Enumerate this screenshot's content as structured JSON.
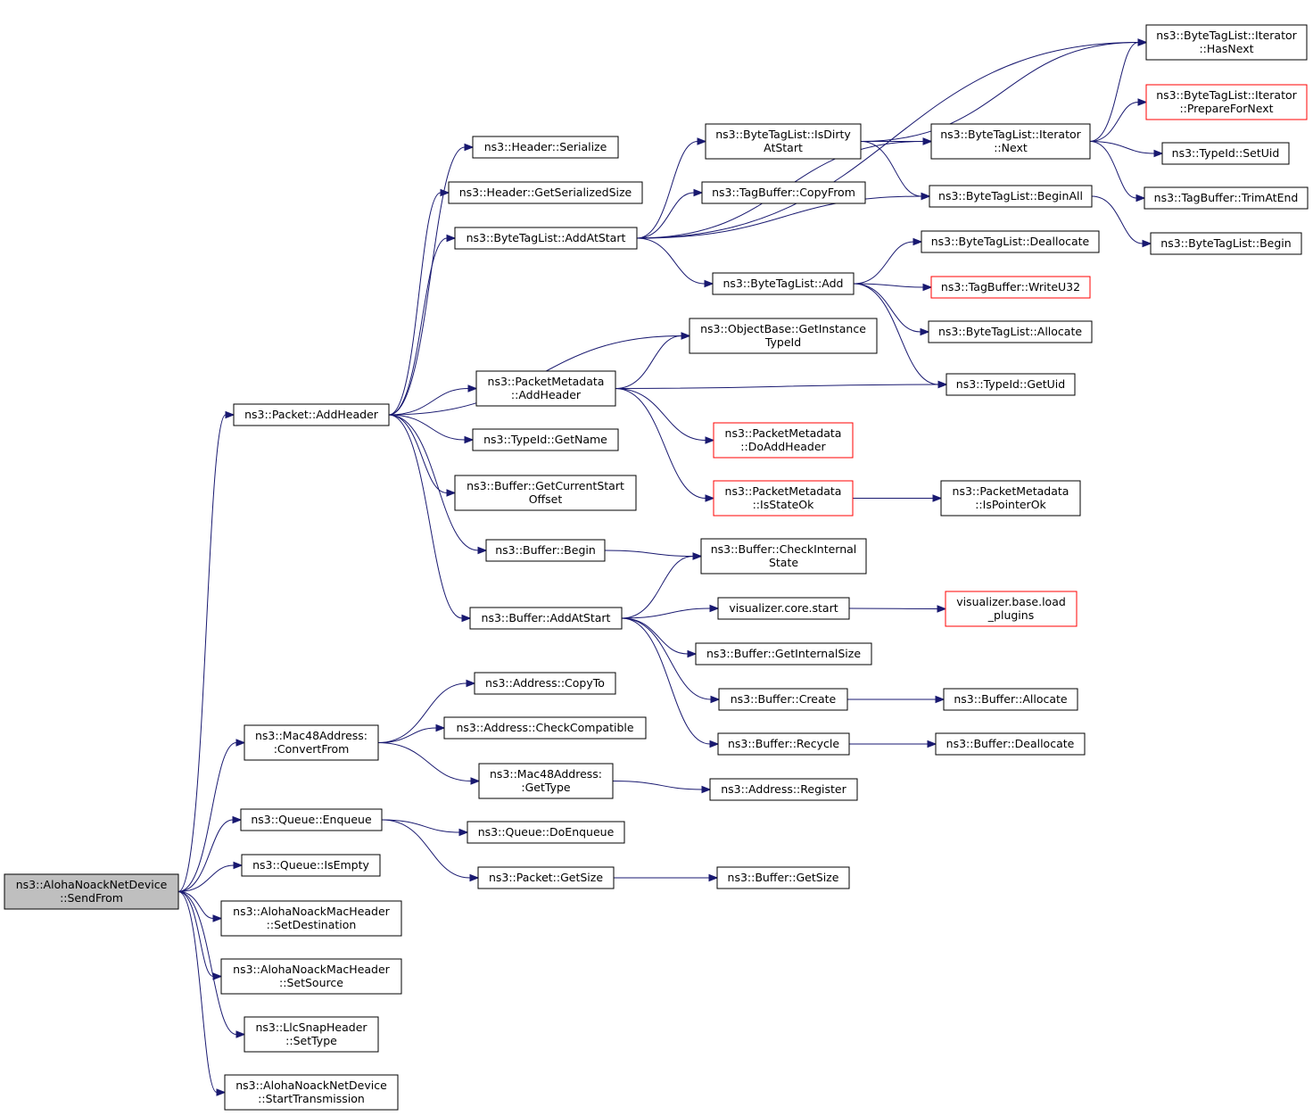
{
  "graph": {
    "edge_color": "#191970",
    "root_fill": "#bfbfbf",
    "undocumented_border": "#ff0000",
    "nodes": [
      {
        "id": "SendFrom",
        "lines": [
          "ns3::AlohaNoackNetDevice",
          "::SendFrom"
        ],
        "style": "root"
      },
      {
        "id": "AddHeader",
        "lines": [
          "ns3::Packet::AddHeader"
        ]
      },
      {
        "id": "ConvertFrom",
        "lines": [
          "ns3::Mac48Address:",
          ":ConvertFrom"
        ]
      },
      {
        "id": "Enqueue",
        "lines": [
          "ns3::Queue::Enqueue"
        ]
      },
      {
        "id": "IsEmpty",
        "lines": [
          "ns3::Queue::IsEmpty"
        ]
      },
      {
        "id": "SetDestination",
        "lines": [
          "ns3::AlohaNoackMacHeader",
          "::SetDestination"
        ]
      },
      {
        "id": "SetSource",
        "lines": [
          "ns3::AlohaNoackMacHeader",
          "::SetSource"
        ]
      },
      {
        "id": "SetType",
        "lines": [
          "ns3::LlcSnapHeader",
          "::SetType"
        ]
      },
      {
        "id": "StartTransmission",
        "lines": [
          "ns3::AlohaNoackNetDevice",
          "::StartTransmission"
        ]
      },
      {
        "id": "HeaderSerialize",
        "lines": [
          "ns3::Header::Serialize"
        ]
      },
      {
        "id": "GetSerializedSize",
        "lines": [
          "ns3::Header::GetSerializedSize"
        ]
      },
      {
        "id": "BTLAddAtStart",
        "lines": [
          "ns3::ByteTagList::AddAtStart"
        ]
      },
      {
        "id": "GetInstanceTypeId",
        "lines": [
          "ns3::ObjectBase::GetInstance",
          "TypeId"
        ]
      },
      {
        "id": "PMAddHeader",
        "lines": [
          "ns3::PacketMetadata",
          "::AddHeader"
        ]
      },
      {
        "id": "GetName",
        "lines": [
          "ns3::TypeId::GetName"
        ]
      },
      {
        "id": "GetCurrentStartOffset",
        "lines": [
          "ns3::Buffer::GetCurrentStart",
          "Offset"
        ]
      },
      {
        "id": "BufferBegin",
        "lines": [
          "ns3::Buffer::Begin"
        ]
      },
      {
        "id": "BufferAddAtStart",
        "lines": [
          "ns3::Buffer::AddAtStart"
        ]
      },
      {
        "id": "IsDirtyAtStart",
        "lines": [
          "ns3::ByteTagList::IsDirty",
          "AtStart"
        ]
      },
      {
        "id": "CopyFrom",
        "lines": [
          "ns3::TagBuffer::CopyFrom"
        ]
      },
      {
        "id": "BTLAdd",
        "lines": [
          "ns3::ByteTagList::Add"
        ]
      },
      {
        "id": "HasNext",
        "lines": [
          "ns3::ByteTagList::Iterator",
          "::HasNext"
        ]
      },
      {
        "id": "IterNext",
        "lines": [
          "ns3::ByteTagList::Iterator",
          "::Next"
        ]
      },
      {
        "id": "PrepareForNext",
        "lines": [
          "ns3::ByteTagList::Iterator",
          "::PrepareForNext"
        ],
        "style": "undoc"
      },
      {
        "id": "SetUid",
        "lines": [
          "ns3::TypeId::SetUid"
        ]
      },
      {
        "id": "TrimAtEnd",
        "lines": [
          "ns3::TagBuffer::TrimAtEnd"
        ]
      },
      {
        "id": "BeginAll",
        "lines": [
          "ns3::ByteTagList::BeginAll"
        ]
      },
      {
        "id": "BTLBegin",
        "lines": [
          "ns3::ByteTagList::Begin"
        ]
      },
      {
        "id": "Deallocate",
        "lines": [
          "ns3::ByteTagList::Deallocate"
        ]
      },
      {
        "id": "WriteU32",
        "lines": [
          "ns3::TagBuffer::WriteU32"
        ],
        "style": "undoc"
      },
      {
        "id": "BTLAllocate",
        "lines": [
          "ns3::ByteTagList::Allocate"
        ]
      },
      {
        "id": "GetUid",
        "lines": [
          "ns3::TypeId::GetUid"
        ]
      },
      {
        "id": "DoAddHeader",
        "lines": [
          "ns3::PacketMetadata",
          "::DoAddHeader"
        ],
        "style": "undoc"
      },
      {
        "id": "IsStateOk",
        "lines": [
          "ns3::PacketMetadata",
          "::IsStateOk"
        ],
        "style": "undoc"
      },
      {
        "id": "IsPointerOk",
        "lines": [
          "ns3::PacketMetadata",
          "::IsPointerOk"
        ]
      },
      {
        "id": "CheckInternalState",
        "lines": [
          "ns3::Buffer::CheckInternal",
          "State"
        ]
      },
      {
        "id": "CoreStart",
        "lines": [
          "visualizer.core.start"
        ]
      },
      {
        "id": "LoadPlugins",
        "lines": [
          "visualizer.base.load",
          "_plugins"
        ],
        "style": "undoc"
      },
      {
        "id": "GetInternalSize",
        "lines": [
          "ns3::Buffer::GetInternalSize"
        ]
      },
      {
        "id": "BufferCreate",
        "lines": [
          "ns3::Buffer::Create"
        ]
      },
      {
        "id": "BufferAllocate",
        "lines": [
          "ns3::Buffer::Allocate"
        ]
      },
      {
        "id": "BufferRecycle",
        "lines": [
          "ns3::Buffer::Recycle"
        ]
      },
      {
        "id": "BufferDeallocate",
        "lines": [
          "ns3::Buffer::Deallocate"
        ]
      },
      {
        "id": "CopyTo",
        "lines": [
          "ns3::Address::CopyTo"
        ]
      },
      {
        "id": "CheckCompatible",
        "lines": [
          "ns3::Address::CheckCompatible"
        ]
      },
      {
        "id": "MacGetType",
        "lines": [
          "ns3::Mac48Address:",
          ":GetType"
        ]
      },
      {
        "id": "Register",
        "lines": [
          "ns3::Address::Register"
        ]
      },
      {
        "id": "DoEnqueue",
        "lines": [
          "ns3::Queue::DoEnqueue"
        ]
      },
      {
        "id": "PacketGetSize",
        "lines": [
          "ns3::Packet::GetSize"
        ]
      },
      {
        "id": "BufferGetSize",
        "lines": [
          "ns3::Buffer::GetSize"
        ]
      }
    ],
    "edges": [
      [
        "SendFrom",
        "AddHeader"
      ],
      [
        "SendFrom",
        "ConvertFrom"
      ],
      [
        "SendFrom",
        "Enqueue"
      ],
      [
        "SendFrom",
        "IsEmpty"
      ],
      [
        "SendFrom",
        "SetDestination"
      ],
      [
        "SendFrom",
        "SetSource"
      ],
      [
        "SendFrom",
        "SetType"
      ],
      [
        "SendFrom",
        "StartTransmission"
      ],
      [
        "AddHeader",
        "HeaderSerialize"
      ],
      [
        "AddHeader",
        "GetSerializedSize"
      ],
      [
        "AddHeader",
        "BTLAddAtStart"
      ],
      [
        "AddHeader",
        "GetInstanceTypeId"
      ],
      [
        "AddHeader",
        "PMAddHeader"
      ],
      [
        "AddHeader",
        "GetName"
      ],
      [
        "AddHeader",
        "GetCurrentStartOffset"
      ],
      [
        "AddHeader",
        "BufferBegin"
      ],
      [
        "AddHeader",
        "BufferAddAtStart"
      ],
      [
        "BTLAddAtStart",
        "IsDirtyAtStart"
      ],
      [
        "BTLAddAtStart",
        "CopyFrom"
      ],
      [
        "BTLAddAtStart",
        "BTLAdd"
      ],
      [
        "BTLAddAtStart",
        "HasNext"
      ],
      [
        "BTLAddAtStart",
        "IterNext"
      ],
      [
        "BTLAddAtStart",
        "BeginAll"
      ],
      [
        "IsDirtyAtStart",
        "HasNext"
      ],
      [
        "IsDirtyAtStart",
        "IterNext"
      ],
      [
        "IsDirtyAtStart",
        "BeginAll"
      ],
      [
        "IterNext",
        "HasNext"
      ],
      [
        "IterNext",
        "PrepareForNext"
      ],
      [
        "IterNext",
        "SetUid"
      ],
      [
        "IterNext",
        "TrimAtEnd"
      ],
      [
        "BeginAll",
        "BTLBegin"
      ],
      [
        "BTLAdd",
        "Deallocate"
      ],
      [
        "BTLAdd",
        "WriteU32"
      ],
      [
        "BTLAdd",
        "BTLAllocate"
      ],
      [
        "BTLAdd",
        "GetUid"
      ],
      [
        "PMAddHeader",
        "GetInstanceTypeId"
      ],
      [
        "PMAddHeader",
        "GetUid"
      ],
      [
        "PMAddHeader",
        "DoAddHeader"
      ],
      [
        "PMAddHeader",
        "IsStateOk"
      ],
      [
        "IsStateOk",
        "IsPointerOk"
      ],
      [
        "BufferBegin",
        "CheckInternalState"
      ],
      [
        "BufferAddAtStart",
        "CheckInternalState"
      ],
      [
        "BufferAddAtStart",
        "CoreStart"
      ],
      [
        "BufferAddAtStart",
        "GetInternalSize"
      ],
      [
        "BufferAddAtStart",
        "BufferCreate"
      ],
      [
        "BufferAddAtStart",
        "BufferRecycle"
      ],
      [
        "CoreStart",
        "LoadPlugins"
      ],
      [
        "BufferCreate",
        "BufferAllocate"
      ],
      [
        "BufferRecycle",
        "BufferDeallocate"
      ],
      [
        "ConvertFrom",
        "CopyTo"
      ],
      [
        "ConvertFrom",
        "CheckCompatible"
      ],
      [
        "ConvertFrom",
        "MacGetType"
      ],
      [
        "MacGetType",
        "Register"
      ],
      [
        "Enqueue",
        "DoEnqueue"
      ],
      [
        "Enqueue",
        "PacketGetSize"
      ],
      [
        "PacketGetSize",
        "BufferGetSize"
      ]
    ]
  }
}
